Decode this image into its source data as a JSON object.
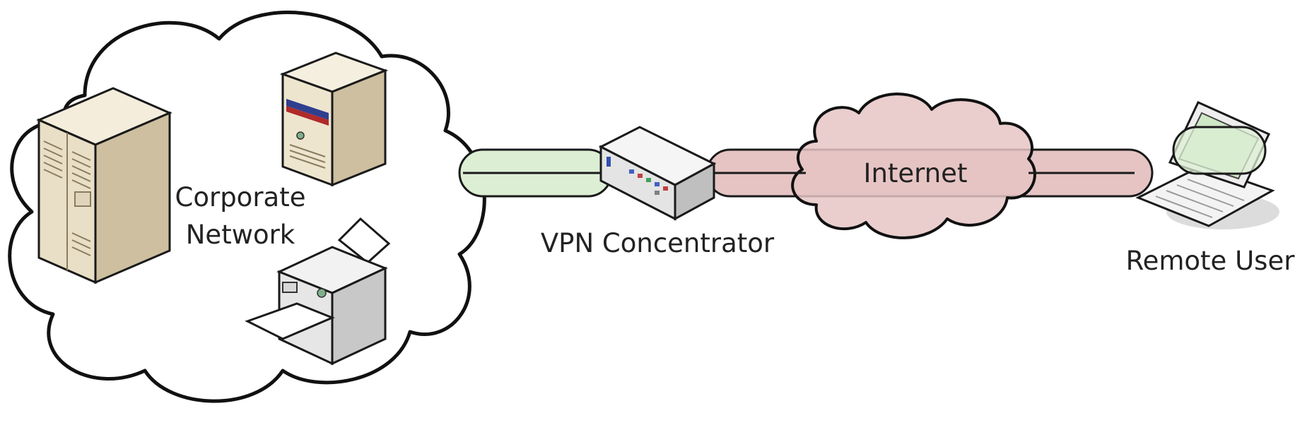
{
  "labels": {
    "corporate_line1": "Corporate",
    "corporate_line2": "Network",
    "vpn_concentrator": "VPN Concentrator",
    "internet": "Internet",
    "remote_user": "Remote User"
  },
  "colors": {
    "lan_tunnel_fill": "#dcefd4",
    "internet_tunnel_fill": "#e6c4c4",
    "cloud_stroke": "#111111",
    "device_body": "#ece3cf",
    "device_shade": "#c9bb9c"
  }
}
